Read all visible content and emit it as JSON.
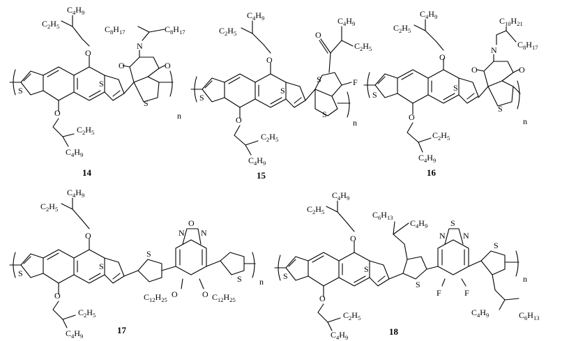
{
  "compounds": [
    {
      "id": "14",
      "chains": {
        "top_branch": "C4H9",
        "top_main": "C2H5",
        "bottom_main": "C2H5",
        "bottom_branch": "C4H9",
        "imide_left": "C8H17",
        "imide_right": "C8H17"
      },
      "atoms": {
        "oxygen": "O",
        "sulfur": "S",
        "nitrogen": "N"
      },
      "repeat": "n"
    },
    {
      "id": "15",
      "chains": {
        "top_branch": "C4H9",
        "top_main": "C2H5",
        "bottom_main": "C2H5",
        "bottom_branch": "C4H9",
        "ketone_top": "C4H9",
        "ketone_side": "C2H5"
      },
      "atoms": {
        "oxygen": "O",
        "sulfur": "S",
        "fluorine": "F"
      },
      "repeat": "n"
    },
    {
      "id": "16",
      "chains": {
        "top_branch": "C4H9",
        "top_main": "C2H5",
        "bottom_main": "C2H5",
        "bottom_branch": "C4H9",
        "imide_top": "C10H21",
        "imide_side": "C8H17"
      },
      "atoms": {
        "oxygen": "O",
        "sulfur": "S",
        "nitrogen": "N"
      },
      "repeat": "n"
    },
    {
      "id": "17",
      "chains": {
        "top_branch": "C4H9",
        "top_main": "C2H5",
        "bottom_main": "C2H5",
        "bottom_branch": "C4H9",
        "alkoxy_left": "C12H25",
        "alkoxy_right": "C12H25"
      },
      "atoms": {
        "oxygen": "O",
        "sulfur": "S",
        "nitrogen": "N"
      },
      "repeat": "n"
    },
    {
      "id": "18",
      "chains": {
        "top_branch": "C4H9",
        "top_main": "C2H5",
        "bottom_main": "C2H5",
        "bottom_branch": "C4H9",
        "thiophene1_top": "C6H13",
        "thiophene1_side": "C4H9",
        "thiophene2_left": "C4H9",
        "thiophene2_right": "C6H13"
      },
      "atoms": {
        "oxygen": "O",
        "sulfur": "S",
        "nitrogen": "N",
        "fluorine": "F"
      },
      "repeat": "n"
    }
  ]
}
